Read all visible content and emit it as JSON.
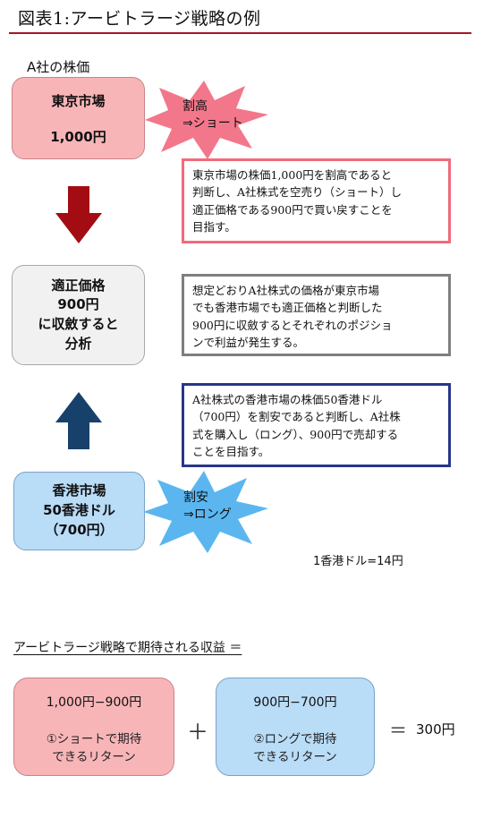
{
  "figure": {
    "title": "図表1:アービトラージ戦略の例",
    "caption": "A社の株価"
  },
  "tokyo_box": {
    "market": "東京市場",
    "price": "1,000円"
  },
  "tokyo_burst": {
    "line1": "割高",
    "line2": "⇒ショート"
  },
  "fair_value_box": {
    "line1": "適正価格",
    "line2": "900円",
    "line3": "に収斂すると",
    "line4": "分析"
  },
  "hk_box": {
    "market": "香港市場",
    "price": "50香港ドル",
    "price_yen": "（700円）"
  },
  "hk_burst": {
    "line1": "割安",
    "line2": "⇒ロング"
  },
  "notes": {
    "tokyo": "東京市場の株価1,000円を割高であると\n判断し、A社株式を空売り（ショート）し\n適正価格である900円で買い戻すことを\n目指す。",
    "outcome": "想定どおりA社株式の価格が東京市場\nでも香港市場でも適正価格と判断した\n900円に収斂するとそれぞれのポジショ\nンで利益が発生する。",
    "hk": "A社株式の香港市場の株価50香港ドル\n（700円）を割安であると判断し、A社株\n式を購入し（ロング）、900円で売却する\nことを目指す。"
  },
  "exchange_rate": "1香港ドル=14円",
  "returns": {
    "heading": "アービトラージ戦略で期待される収益 ＝",
    "short": {
      "formula": "1,000円−900円",
      "label": "①ショートで期待\nできるリターン"
    },
    "plus": "＋",
    "long": {
      "formula": "900円−700円",
      "label": "②ロングで期待\nできるリターン"
    },
    "equals": "＝",
    "total": "300円"
  },
  "colors": {
    "title_rule": "#a3182a",
    "tokyo_fill": "#f8b5b8",
    "hk_fill": "#b9dcf7",
    "down_arrow": "#a40c14",
    "up_arrow": "#17416b",
    "burst_red": "#f3778a",
    "burst_blue": "#5bb6f0"
  }
}
